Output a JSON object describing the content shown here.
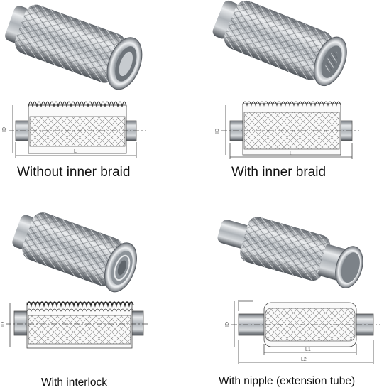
{
  "captions": {
    "tl": "Without inner braid",
    "tr": "With inner braid",
    "bl": "With interlock",
    "br": "With nipple (extension tube)"
  },
  "dimension_labels": {
    "tl": {
      "diameter": "ID",
      "length": "L"
    },
    "tr": {
      "diameter": "ID",
      "length": "L"
    },
    "bl": {
      "diameter": "ID"
    },
    "br": {
      "diameter": "ID",
      "length1": "L1",
      "length2": "L2"
    }
  },
  "colors": {
    "steel_light": "#e8eaec",
    "steel_mid": "#9aa0a6",
    "steel_dark": "#4a4f55",
    "line": "#444444"
  }
}
